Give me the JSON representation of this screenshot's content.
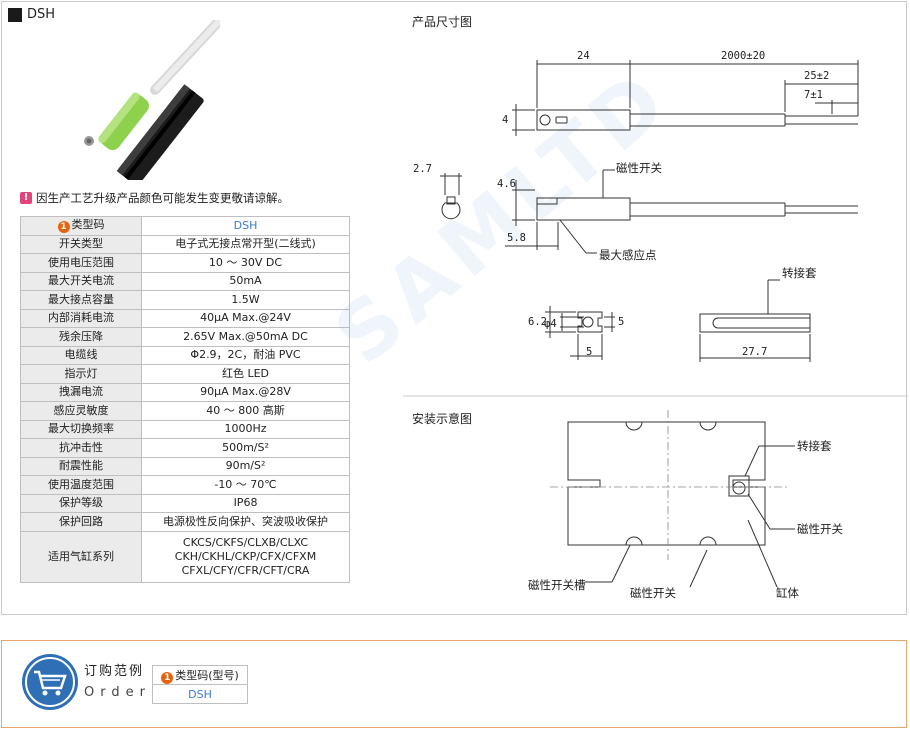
{
  "header": {
    "model": "DSH"
  },
  "notice": "因生产工艺升级产品颜色可能发生变更敬请谅解。",
  "spec_table": {
    "rows": [
      {
        "key": "类型码",
        "value": "DSH",
        "numbered": "1"
      },
      {
        "key": "开关类型",
        "value": "电子式无接点常开型(二线式)"
      },
      {
        "key": "使用电压范围",
        "value": "10 ～ 30V DC"
      },
      {
        "key": "最大开关电流",
        "value": "50mA"
      },
      {
        "key": "最大接点容量",
        "value": "1.5W"
      },
      {
        "key": "内部消耗电流",
        "value": "40μA Max.@24V"
      },
      {
        "key": "残余压降",
        "value": "2.65V Max.@50mA DC"
      },
      {
        "key": "电缆线",
        "value": "Φ2.9，2C，耐油 PVC"
      },
      {
        "key": "指示灯",
        "value": "红色 LED"
      },
      {
        "key": "拽漏电流",
        "value": "90μA Max.@28V"
      },
      {
        "key": "感应灵敏度",
        "value": "40 ～ 800 高斯"
      },
      {
        "key": "最大切换频率",
        "value": "1000Hz"
      },
      {
        "key": "抗冲击性",
        "value": "500m/S²"
      },
      {
        "key": "耐震性能",
        "value": "90m/S²"
      },
      {
        "key": "使用温度范围",
        "value": "-10 ～ 70℃"
      },
      {
        "key": "保护等级",
        "value": "IP68"
      },
      {
        "key": "保护回路",
        "value": "电源极性反向保护、突波吸收保护"
      }
    ],
    "cylinders": {
      "key": "适用气缸系列",
      "lines": [
        "CKCS/CKFS/CLXB/CLXC",
        "CKH/CKHL/CKP/CFX/CFXM",
        "CFXL/CFY/CFR/CFT/CRA"
      ]
    }
  },
  "drawing": {
    "section_title": "产品尺寸图",
    "dims": {
      "d24": "24",
      "d2000": "2000±20",
      "d25": "25±2",
      "d7": "7±1",
      "d4": "4",
      "d27": "2.7",
      "d46": "4.6",
      "d58": "5.8",
      "d62": "6.2",
      "d_phi4": "φ4",
      "d5a": "5",
      "d5b": "5",
      "d277": "27.7"
    },
    "labels": {
      "mag_switch": "磁性开关",
      "max_point": "最大感应点",
      "adapter": "转接套"
    }
  },
  "install": {
    "section_title": "安装示意图",
    "labels": {
      "adapter": "转接套",
      "mag_switch_r": "磁性开关",
      "slot": "磁性开关槽",
      "mag_switch_b": "磁性开关",
      "cylinder": "缸体"
    }
  },
  "watermark": "SAMLTD",
  "order": {
    "title_cn": "订购范例",
    "title_en": "Order",
    "table_header": "类型码(型号)",
    "table_value": "DSH"
  },
  "colors": {
    "accent_blue": "#3a7bd5",
    "order_border": "#e8a66a",
    "badge_orange": "#e8620e",
    "notice_pink": "#e0457b"
  }
}
